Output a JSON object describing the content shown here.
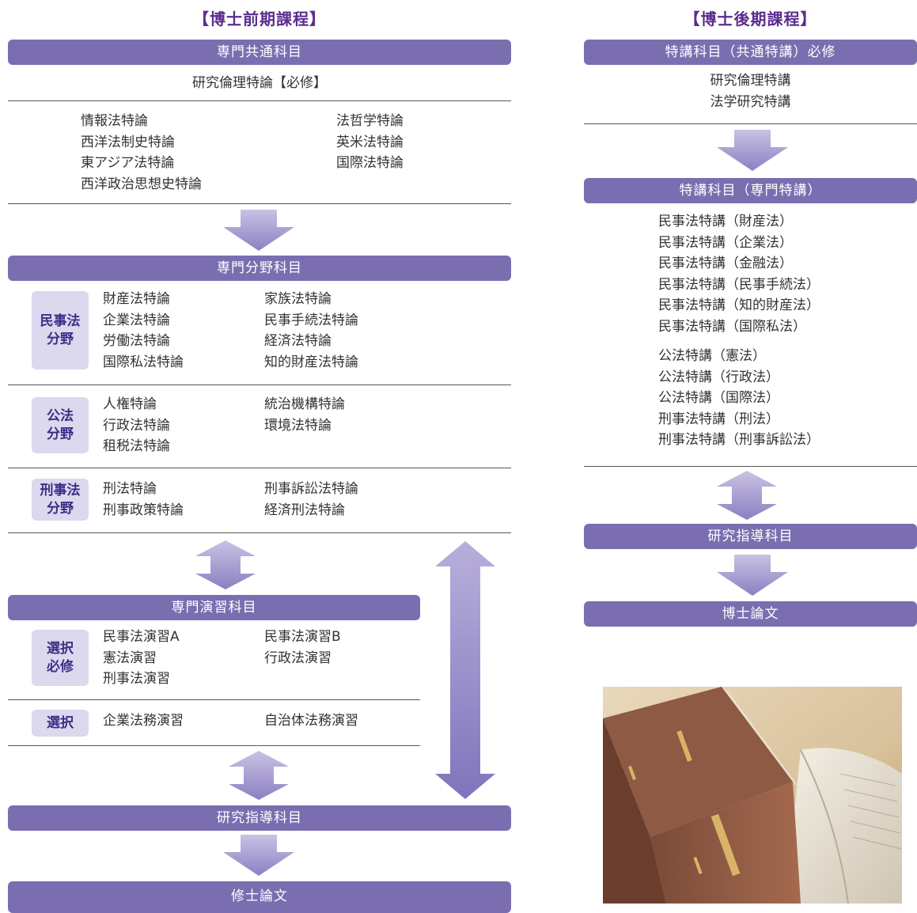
{
  "left": {
    "title": "【博士前期課程】",
    "common": {
      "header": "専門共通科目",
      "required": "研究倫理特論【必修】",
      "col1": [
        "情報法特論",
        "西洋法制史特論",
        "東アジア法特論",
        "西洋政治思想史特論"
      ],
      "col2": [
        "法哲学特論",
        "英米法特論",
        "国際法特論"
      ]
    },
    "specialized": {
      "header": "専門分野科目",
      "groups": [
        {
          "label1": "民事法",
          "label2": "分野",
          "col1": [
            "財産法特論",
            "企業法特論",
            "労働法特論",
            "国際私法特論"
          ],
          "col2": [
            "家族法特論",
            "民事手続法特論",
            "経済法特論",
            "知的財産法特論"
          ]
        },
        {
          "label1": "公法",
          "label2": "分野",
          "col1": [
            "人権特論",
            "行政法特論",
            "租税法特論"
          ],
          "col2": [
            "統治機構特論",
            "環境法特論"
          ]
        },
        {
          "label1": "刑事法",
          "label2": "分野",
          "col1": [
            "刑法特論",
            "刑事政策特論"
          ],
          "col2": [
            "刑事訴訟法特論",
            "経済刑法特論"
          ]
        }
      ]
    },
    "seminar": {
      "header": "専門演習科目",
      "elective_required": {
        "label1": "選択",
        "label2": "必修",
        "col1": [
          "民事法演習A",
          "憲法演習",
          "刑事法演習"
        ],
        "col2": [
          "民事法演習B",
          "行政法演習"
        ]
      },
      "elective": {
        "label": "選択",
        "col1": [
          "企業法務演習"
        ],
        "col2": [
          "自治体法務演習"
        ]
      }
    },
    "research": "研究指導科目",
    "thesis": "修士論文"
  },
  "right": {
    "title": "【博士後期課程】",
    "common": {
      "header": "特講科目（共通特講）必修",
      "items": [
        "研究倫理特講",
        "法学研究特講"
      ]
    },
    "specialized": {
      "header": "特講科目（専門特講）",
      "civil": [
        "民事法特講（財産法）",
        "民事法特講（企業法）",
        "民事法特講（金融法）",
        "民事法特講（民事手続法）",
        "民事法特講（知的財産法）",
        "民事法特講（国際私法）"
      ],
      "public": [
        "公法特講（憲法）",
        "公法特講（行政法）",
        "公法特講（国際法）",
        "刑事法特講（刑法）",
        "刑事法特講（刑事訴訟法）"
      ]
    },
    "research": "研究指導科目",
    "thesis": "博士論文"
  },
  "colors": {
    "bar": "#7b6eb0",
    "badge": "#dcd8ee",
    "title": "#5c2c8e",
    "arrow": "#9a8fcb"
  },
  "photo_icon": "law-book-photo"
}
